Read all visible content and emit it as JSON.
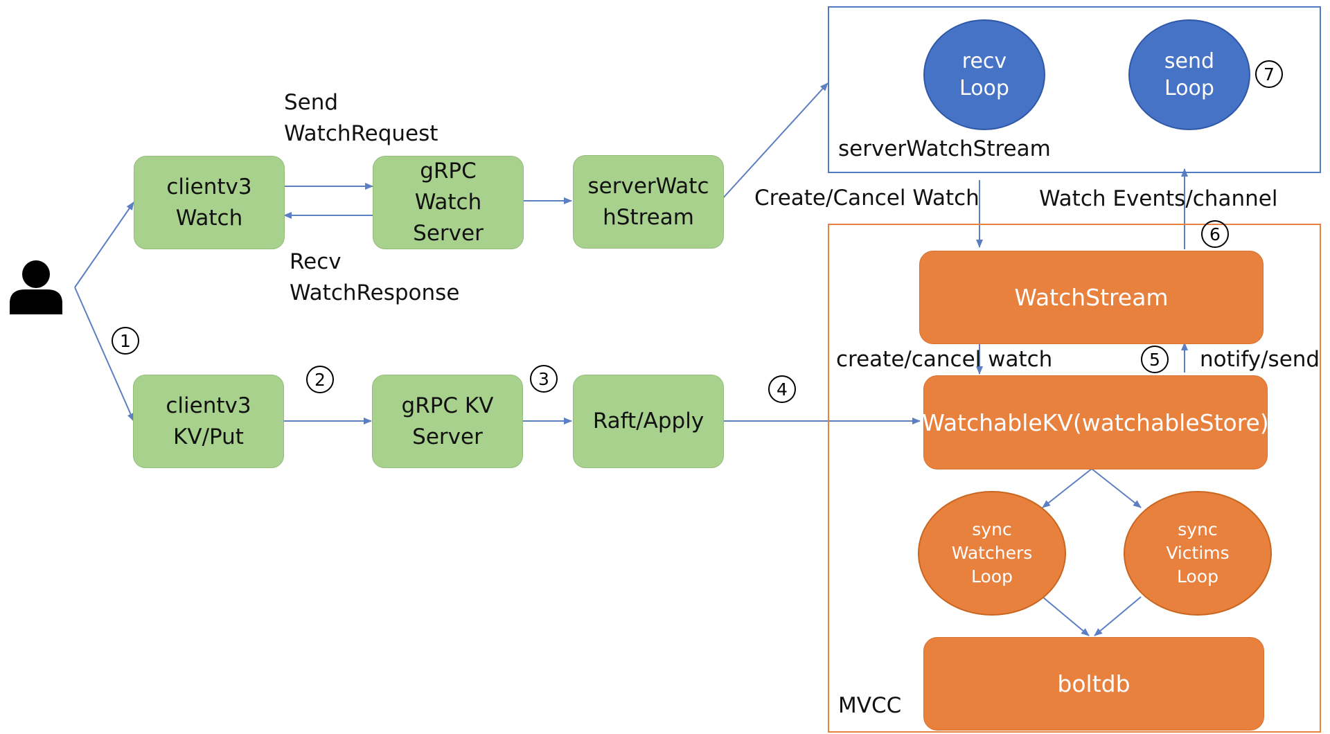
{
  "nodes": {
    "clientv3_watch": "clientv3\nWatch",
    "grpc_watch_server": "gRPC\nWatch\nServer",
    "server_watch_stream_box": "serverWatc\nhStream",
    "clientv3_kvput": "clientv3\nKV/Put",
    "grpc_kv_server": "gRPC KV\nServer",
    "raft_apply": "Raft/Apply",
    "watch_stream": "WatchStream",
    "watchable_kv": "WatchableKV(watchableStore)",
    "sync_watchers_loop": "sync\nWatchers\nLoop",
    "sync_victims_loop": "sync\nVictims\nLoop",
    "boltdb": "boltdb",
    "recv_loop": "recv\nLoop",
    "send_loop": "send\nLoop"
  },
  "containers": {
    "server_watch_stream_label": "serverWatchStream",
    "mvcc_label": "MVCC"
  },
  "edge_labels": {
    "send_watch_request": "Send\nWatchRequest",
    "recv_watch_response": "Recv\nWatchResponse",
    "create_cancel_watch_upper": "Create/Cancel Watch",
    "watch_events_channel": "Watch Events/channel",
    "create_cancel_watch_lower": "create/cancel watch",
    "notify_send": "notify/send"
  },
  "steps": [
    "1",
    "2",
    "3",
    "4",
    "5",
    "6",
    "7"
  ],
  "icons": {
    "user": "user-icon"
  },
  "colors": {
    "green_fill": "#a8d18d",
    "orange_fill": "#e8813e",
    "blue_fill": "#4673c5",
    "blue_frame": "#4e79c4",
    "orange_frame": "#e8813e",
    "arrow": "#5b7fc2"
  }
}
